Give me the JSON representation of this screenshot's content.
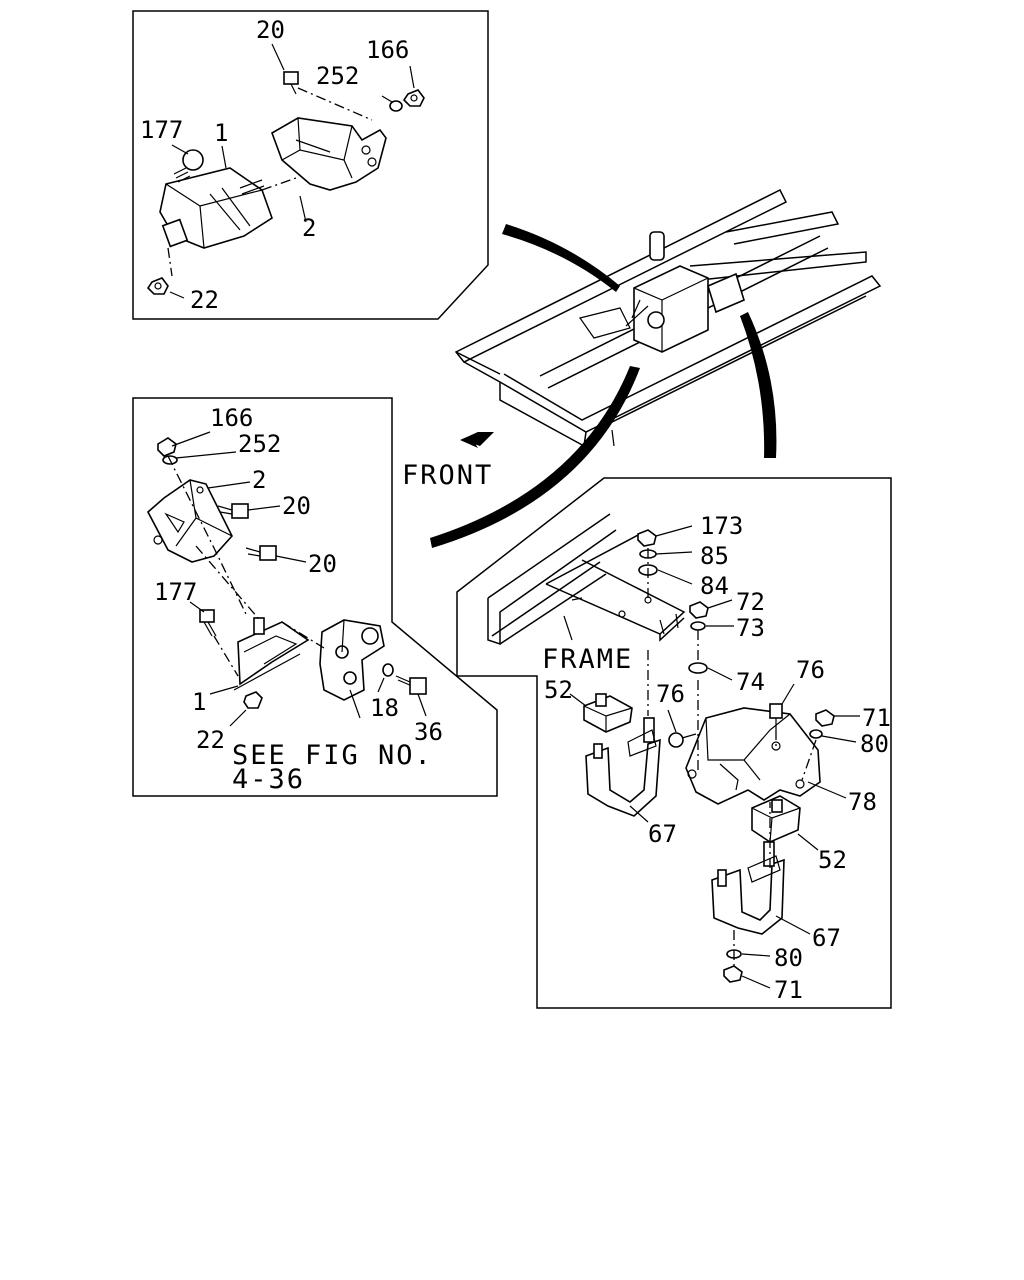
{
  "diagram": {
    "front_label": "FRONT",
    "frame_label": "FRAME",
    "see_fig": "SEE FIG NO.",
    "see_fig_no": "4-36",
    "panel_top": {
      "c20": "20",
      "c252": "252",
      "c166": "166",
      "c177": "177",
      "c1": "1",
      "c2": "2",
      "c22": "22"
    },
    "panel_left": {
      "c166": "166",
      "c252": "252",
      "c2": "2",
      "c20a": "20",
      "c20b": "20",
      "c177": "177",
      "c1": "1",
      "c22": "22",
      "c18": "18",
      "c36": "36"
    },
    "panel_right": {
      "c173": "173",
      "c85": "85",
      "c84": "84",
      "c72": "72",
      "c73": "73",
      "c74": "74",
      "c76a": "76",
      "c76b": "76",
      "c71a": "71",
      "c80a": "80",
      "c78": "78",
      "c52a": "52",
      "c52b": "52",
      "c67a": "67",
      "c67b": "67",
      "c80b": "80",
      "c71b": "71"
    }
  }
}
